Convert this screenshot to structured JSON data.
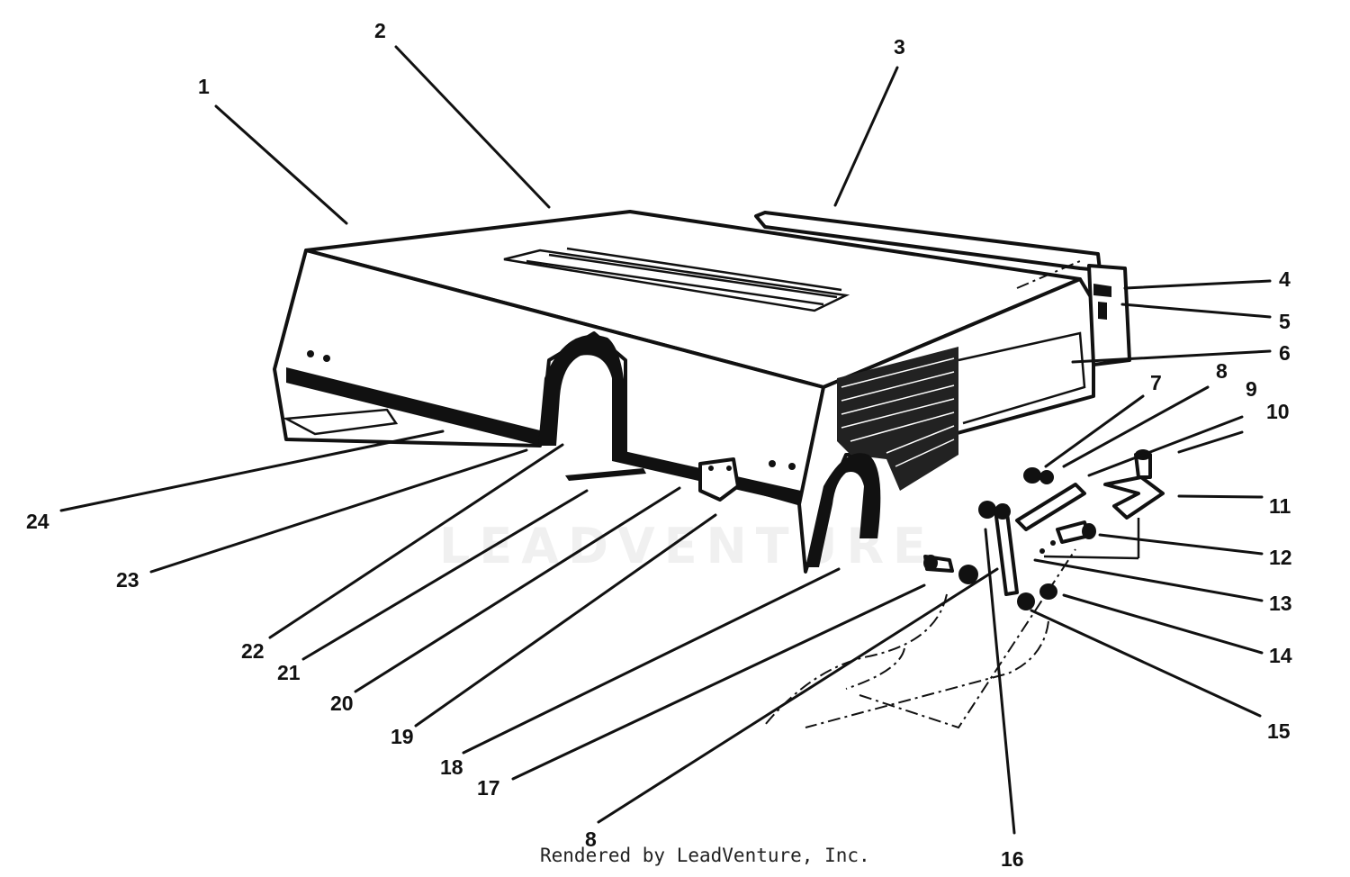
{
  "diagram": {
    "callouts": [
      {
        "label": "1"
      },
      {
        "label": "2"
      },
      {
        "label": "3"
      },
      {
        "label": "4"
      },
      {
        "label": "5"
      },
      {
        "label": "6"
      },
      {
        "label": "7"
      },
      {
        "label": "8"
      },
      {
        "label": "9"
      },
      {
        "label": "10"
      },
      {
        "label": "11"
      },
      {
        "label": "12"
      },
      {
        "label": "13"
      },
      {
        "label": "14"
      },
      {
        "label": "15"
      },
      {
        "label": "16"
      },
      {
        "label": "17"
      },
      {
        "label": "18"
      },
      {
        "label": "19"
      },
      {
        "label": "20"
      },
      {
        "label": "21"
      },
      {
        "label": "22"
      },
      {
        "label": "23"
      },
      {
        "label": "24"
      },
      {
        "label": "8"
      }
    ],
    "watermark_text": "LEADVENTURE",
    "footer_text": "Rendered by LeadVenture, Inc."
  }
}
